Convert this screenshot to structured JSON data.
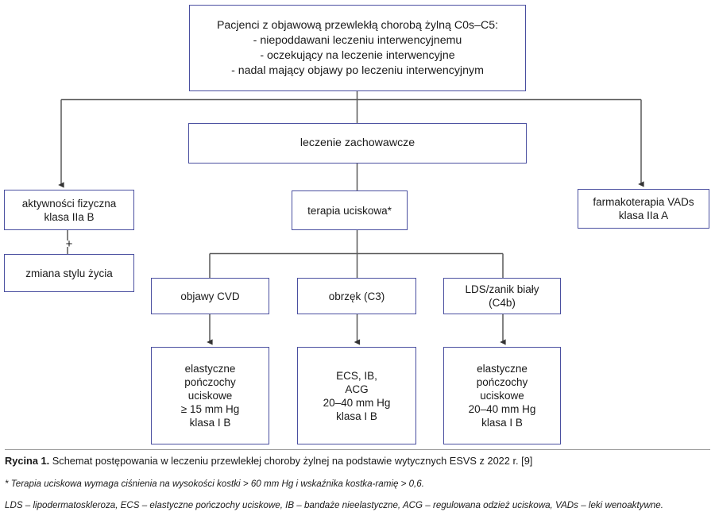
{
  "figure": {
    "caption_lead": "Rycina 1.",
    "caption_text": " Schemat postępowania w leczeniu przewlekłej choroby żylnej na podstawie wytycznych ESVS z 2022 r. [9]",
    "footnote_star": "* Terapia uciskowa wymaga ciśnienia na wysokości kostki > 60 mm Hg i wskaźnika kostka-ramię > 0,6.",
    "footnote_abbrev": "LDS – lipodermatoskleroza, ECS – elastyczne pończochy uciskowe, IB – bandaże nieelastyczne, ACG – regulowana odzież uciskowa, VADs – leki wenoaktywne."
  },
  "colors": {
    "box_border": "#4a4fa0",
    "connector": "#595959",
    "text": "#1a1a1a",
    "background": "#ffffff"
  },
  "chart_data": {
    "type": "diagram",
    "title": "Schemat postępowania w leczeniu przewlekłej choroby żylnej",
    "nodes": [
      {
        "id": "root",
        "label": "Pacjenci z objawową przewlekłą chorobą żylną C0s–C5:\n- niepoddawani leczeniu interwencyjnemu\n- oczekujący na leczenie interwencyjne\n- nadal mający objawy po leczeniu interwencyjnym",
        "level": 0
      },
      {
        "id": "conservative",
        "label": "leczenie zachowawcze",
        "level": 1
      },
      {
        "id": "activity",
        "label": "aktywności fizyczna\nklasa IIa B",
        "level": 2
      },
      {
        "id": "lifestyle",
        "label": "zmiana stylu życia",
        "level": 3
      },
      {
        "id": "compression",
        "label": "terapia uciskowa*",
        "level": 2
      },
      {
        "id": "pharma",
        "label": "farmakoterapia VADs\nklasa IIa A",
        "level": 2
      },
      {
        "id": "cvd",
        "label": "objawy CVD",
        "level": 3
      },
      {
        "id": "edema",
        "label": "obrzęk (C3)",
        "level": 3
      },
      {
        "id": "lds",
        "label": "LDS/zanik biały\n(C4b)",
        "level": 3
      },
      {
        "id": "cvd-treat",
        "label": "elastyczne\npończochy\nuciskowe\n≥ 15 mm Hg\nklasa I B",
        "level": 4
      },
      {
        "id": "edema-treat",
        "label": "ECS, IB,\nACG\n20–40 mm Hg\nklasa I B",
        "level": 4
      },
      {
        "id": "lds-treat",
        "label": "elastyczne\npończochy\nuciskowe\n20–40 mm Hg\nklasa I B",
        "level": 4
      }
    ],
    "connector_symbols": {
      "plus": "+"
    },
    "edges": [
      {
        "from": "root",
        "to": "activity",
        "arrow": true
      },
      {
        "from": "root",
        "to": "conservative",
        "arrow": false
      },
      {
        "from": "root",
        "to": "pharma",
        "arrow": true
      },
      {
        "from": "conservative",
        "to": "compression",
        "arrow": false
      },
      {
        "from": "activity",
        "to": "lifestyle",
        "arrow": false,
        "symbol": "+"
      },
      {
        "from": "compression",
        "to": "cvd",
        "arrow": false
      },
      {
        "from": "compression",
        "to": "edema",
        "arrow": false
      },
      {
        "from": "compression",
        "to": "lds",
        "arrow": false
      },
      {
        "from": "cvd",
        "to": "cvd-treat",
        "arrow": true
      },
      {
        "from": "edema",
        "to": "edema-treat",
        "arrow": true
      },
      {
        "from": "lds",
        "to": "lds-treat",
        "arrow": true
      }
    ]
  }
}
